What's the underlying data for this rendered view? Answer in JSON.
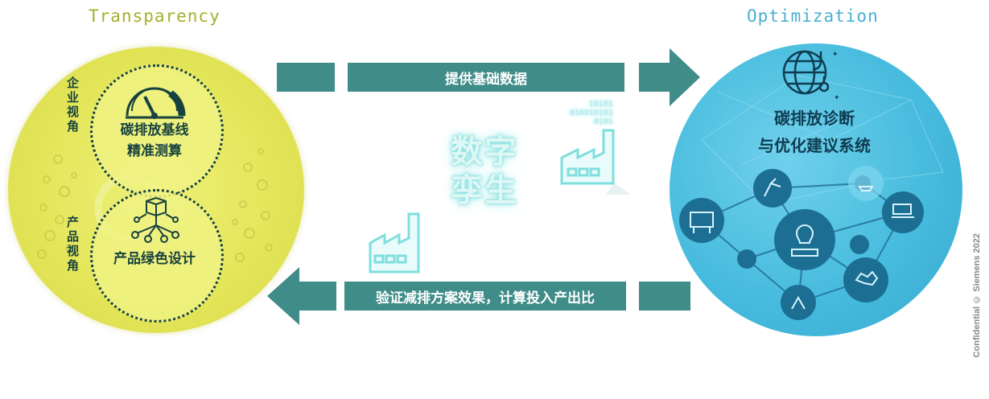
{
  "left": {
    "title": "Transparency",
    "top_label_line1": "碳排放基线",
    "top_label_line2": "精准测算",
    "bottom_label": "产品绿色设计",
    "enterprise_view": "企业视角",
    "product_view": "产品视角",
    "icons": [
      "gauge-icon",
      "cube-network-icon"
    ]
  },
  "right": {
    "title": "Optimization",
    "label_line1": "碳排放诊断",
    "label_line2": "与优化建议系统",
    "icons": [
      "globe-stethoscope-icon",
      "robot-arm-icon",
      "ship-icon",
      "conveyor-icon",
      "lightbulb-icon",
      "industrial-machine-icon",
      "gear-cluster-icon",
      "crane-icon"
    ]
  },
  "flow": {
    "top_arrow_label": "提供基础数据",
    "bottom_arrow_label": "验证减排方案效果，计算投入产出比"
  },
  "center": {
    "twin_line1": "数字",
    "twin_line2": "孪生",
    "binary_line1": "10101",
    "binary_line2": "010010101",
    "binary_line3": "0101"
  },
  "footer": {
    "confidential": "Confidential © Siemens 2022"
  },
  "colors": {
    "transparency": "#a4b02a",
    "optimization": "#48afd0",
    "arrow": "#3f8c88",
    "dark_text": "#17423f"
  }
}
